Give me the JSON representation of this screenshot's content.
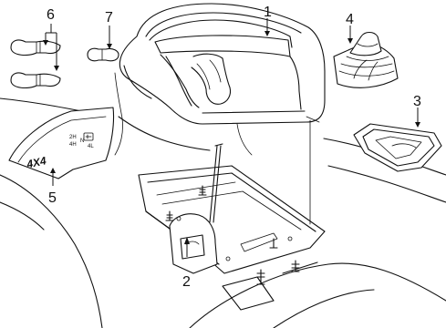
{
  "callouts": [
    {
      "id": "1",
      "label": "1"
    },
    {
      "id": "2",
      "label": "2"
    },
    {
      "id": "3",
      "label": "3"
    },
    {
      "id": "4",
      "label": "4"
    },
    {
      "id": "5",
      "label": "5"
    },
    {
      "id": "6",
      "label": "6"
    },
    {
      "id": "7",
      "label": "7"
    }
  ],
  "trim_badge": {
    "text": "4X4",
    "shift_markings": [
      "2H",
      "4H",
      "N",
      "4L"
    ]
  }
}
